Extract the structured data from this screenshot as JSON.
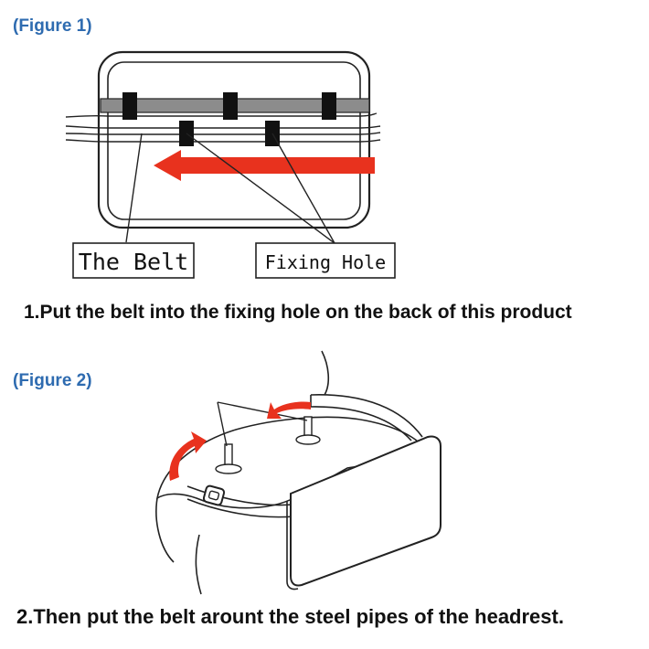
{
  "figure1": {
    "label": "(Figure 1)",
    "callout_belt": "The Belt",
    "callout_hole": "Fixing Hole",
    "caption": "1.Put the belt into the fixing hole on the back of this product"
  },
  "figure2": {
    "label": "(Figure 2)",
    "caption": "2.Then put the belt arount the steel pipes of the headrest."
  },
  "colors": {
    "label_blue": "#2e6bb0",
    "arrow_red": "#e8321e",
    "strap_gray": "#8c8c8c"
  },
  "icons": [
    "red-arrow-icon",
    "fixing-hole-icon",
    "buckle-icon"
  ]
}
